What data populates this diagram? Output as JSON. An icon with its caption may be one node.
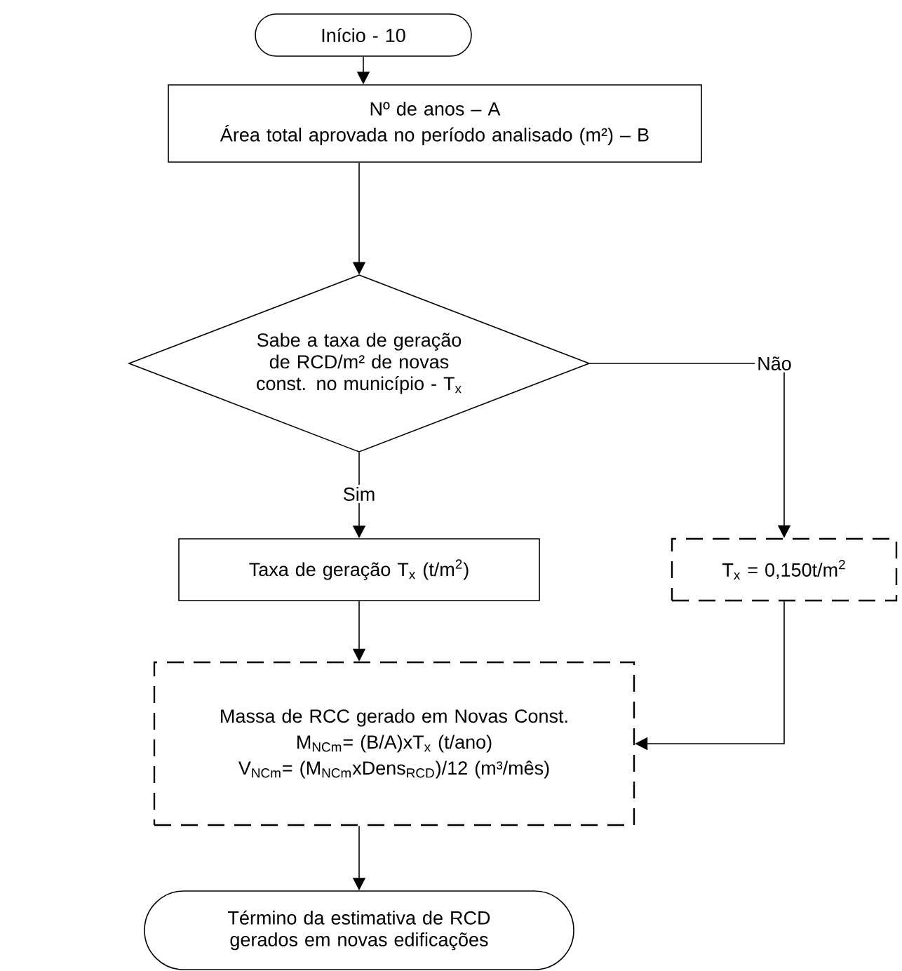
{
  "diagram": {
    "nodes": [
      {
        "text": [
          "Início - 10"
        ]
      },
      {
        "text": [
          "Nº de anos – A",
          "Área total aprovada no período analisado (m²) – B"
        ]
      },
      {
        "text": [
          "Sabe a taxa de geração de RCD/m² de novas const. no município - T$_{x}$"
        ]
      },
      {
        "text": [
          "Taxa de geração T$_{x}$ (t/m$^{2}$)"
        ]
      },
      {
        "text": [
          "T$_{x}$ = 0,150t/m$^{2}$"
        ]
      },
      {
        "text": [
          "Massa de RCC gerado em Novas Const.",
          "M$_{NCm}$= (B/A)xT$_{x}$ (t/ano)",
          "V$_{NCm}$= (M$_{NCm}$xDens$_{RCD}$)/12 (m³/mês)"
        ]
      },
      {
        "text": [
          "Término da estimativa de RCD gerados em novas edificações"
        ]
      }
    ],
    "edges": [
      {
        "from": 0,
        "to": 1,
        "arrow": "to"
      },
      {
        "from": 1,
        "to": 2,
        "arrow": "to"
      },
      {
        "from": 2,
        "to": 3,
        "arrow": "to",
        "label": "Sim"
      },
      {
        "from": 2,
        "to": 4,
        "arrow": "to",
        "label": "Não"
      },
      {
        "from": 3,
        "to": 5,
        "arrow": "to"
      },
      {
        "from": 4,
        "to": 5,
        "arrow": "to"
      },
      {
        "from": 5,
        "to": 6,
        "arrow": "to"
      }
    ]
  }
}
